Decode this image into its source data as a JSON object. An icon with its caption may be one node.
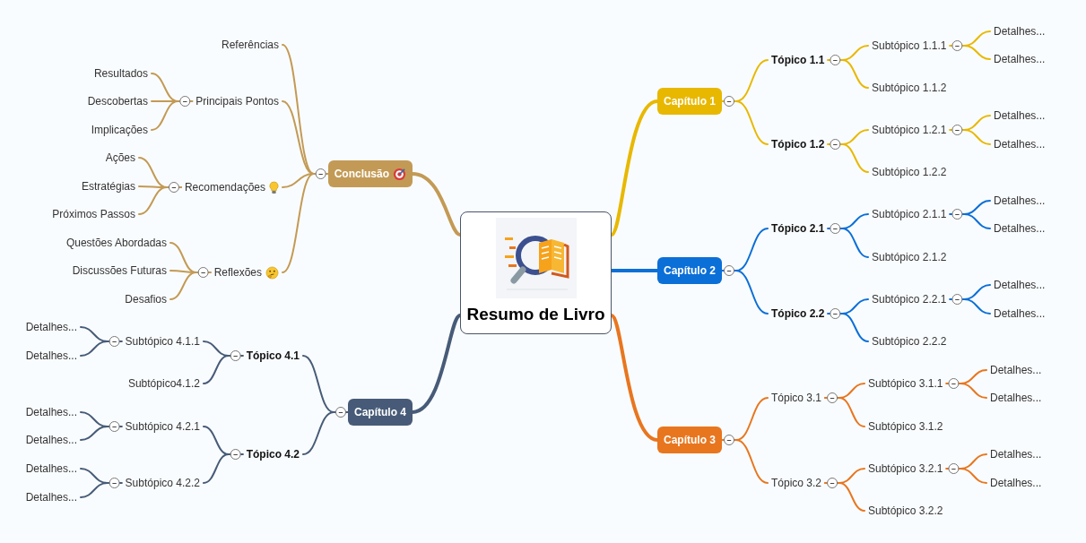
{
  "diagram": {
    "nodes": [
      {
        "text": [
          "Resumo de Livro"
        ]
      },
      {
        "text": [
          "Capítulo 1"
        ]
      },
      {
        "text": [
          "Tópico 1.1"
        ]
      },
      {
        "text": [
          "Subtópico 1.1.1"
        ]
      },
      {
        "text": [
          "Detalhes..."
        ]
      },
      {
        "text": [
          "Detalhes..."
        ]
      },
      {
        "text": [
          "Subtópico 1.1.2"
        ]
      },
      {
        "text": [
          "Tópico 1.2"
        ]
      },
      {
        "text": [
          "Subtópico 1.2.1"
        ]
      },
      {
        "text": [
          "Detalhes..."
        ]
      },
      {
        "text": [
          "Detalhes..."
        ]
      },
      {
        "text": [
          "Subtópico 1.2.2"
        ]
      },
      {
        "text": [
          "Capítulo 2"
        ]
      },
      {
        "text": [
          "Tópico 2.1"
        ]
      },
      {
        "text": [
          "Subtópico 2.1.1"
        ]
      },
      {
        "text": [
          "Detalhes..."
        ]
      },
      {
        "text": [
          "Detalhes..."
        ]
      },
      {
        "text": [
          "Subtópico 2.1.2"
        ]
      },
      {
        "text": [
          "Tópico 2.2"
        ]
      },
      {
        "text": [
          "Subtópico 2.2.1"
        ]
      },
      {
        "text": [
          "Detalhes..."
        ]
      },
      {
        "text": [
          "Detalhes..."
        ]
      },
      {
        "text": [
          "Subtópico 2.2.2"
        ]
      },
      {
        "text": [
          "Capítulo 3"
        ]
      },
      {
        "text": [
          "Tópico 3.1"
        ]
      },
      {
        "text": [
          "Subtópico 3.1.1"
        ]
      },
      {
        "text": [
          "Detalhes..."
        ]
      },
      {
        "text": [
          "Detalhes..."
        ]
      },
      {
        "text": [
          "Subtópico 3.1.2"
        ]
      },
      {
        "text": [
          "Tópico 3.2"
        ]
      },
      {
        "text": [
          "Subtópico 3.2.1"
        ]
      },
      {
        "text": [
          "Detalhes..."
        ]
      },
      {
        "text": [
          "Detalhes..."
        ]
      },
      {
        "text": [
          "Subtópico 3.2.2"
        ]
      },
      {
        "text": [
          "Capítulo 4"
        ]
      },
      {
        "text": [
          "Tópico 4.1"
        ]
      },
      {
        "text": [
          "Subtópico 4.1.1"
        ]
      },
      {
        "text": [
          "Detalhes..."
        ]
      },
      {
        "text": [
          "Detalhes..."
        ]
      },
      {
        "text": [
          "Subtópico4.1.2"
        ]
      },
      {
        "text": [
          "Tópico 4.2"
        ]
      },
      {
        "text": [
          "Subtópico 4.2.1"
        ]
      },
      {
        "text": [
          "Detalhes..."
        ]
      },
      {
        "text": [
          "Detalhes..."
        ]
      },
      {
        "text": [
          "Subtópico 4.2.2"
        ]
      },
      {
        "text": [
          "Detalhes..."
        ]
      },
      {
        "text": [
          "Detalhes..."
        ]
      },
      {
        "text": [
          "Conclusão"
        ]
      },
      {
        "text": [
          "Referências"
        ]
      },
      {
        "text": [
          "Principais Pontos"
        ]
      },
      {
        "text": [
          "Resultados"
        ]
      },
      {
        "text": [
          "Descobertas"
        ]
      },
      {
        "text": [
          "Implicações"
        ]
      },
      {
        "text": [
          "Recomendações"
        ]
      },
      {
        "text": [
          "Ações"
        ]
      },
      {
        "text": [
          "Estratégias"
        ]
      },
      {
        "text": [
          "Próximos Passos"
        ]
      },
      {
        "text": [
          "Reflexões"
        ]
      },
      {
        "text": [
          "Questões Abordadas"
        ]
      },
      {
        "text": [
          "Discussões Futuras"
        ]
      },
      {
        "text": [
          "Desafios"
        ]
      }
    ],
    "edges": [
      {
        "from": 0,
        "to": 1,
        "arrow": "none",
        "style": "thick",
        "color": "#e8b800"
      },
      {
        "from": 1,
        "to": 2,
        "arrow": "none",
        "color": "#e8b800"
      },
      {
        "from": 2,
        "to": 3,
        "arrow": "none",
        "color": "#e8b800"
      },
      {
        "from": 3,
        "to": 4,
        "arrow": "none",
        "color": "#e8b800"
      },
      {
        "from": 3,
        "to": 5,
        "arrow": "none",
        "color": "#e8b800"
      },
      {
        "from": 2,
        "to": 6,
        "arrow": "none",
        "color": "#e8b800"
      },
      {
        "from": 1,
        "to": 7,
        "arrow": "none",
        "color": "#e8b800"
      },
      {
        "from": 7,
        "to": 8,
        "arrow": "none",
        "color": "#e8b800"
      },
      {
        "from": 8,
        "to": 9,
        "arrow": "none",
        "color": "#e8b800"
      },
      {
        "from": 8,
        "to": 10,
        "arrow": "none",
        "color": "#e8b800"
      },
      {
        "from": 7,
        "to": 11,
        "arrow": "none",
        "color": "#e8b800"
      },
      {
        "from": 0,
        "to": 12,
        "arrow": "none",
        "style": "thick",
        "color": "#0b6fd8"
      },
      {
        "from": 12,
        "to": 13,
        "arrow": "none",
        "color": "#0b6fd8"
      },
      {
        "from": 13,
        "to": 14,
        "arrow": "none",
        "color": "#0b6fd8"
      },
      {
        "from": 14,
        "to": 15,
        "arrow": "none",
        "color": "#0b6fd8"
      },
      {
        "from": 14,
        "to": 16,
        "arrow": "none",
        "color": "#0b6fd8"
      },
      {
        "from": 13,
        "to": 17,
        "arrow": "none",
        "color": "#0b6fd8"
      },
      {
        "from": 12,
        "to": 18,
        "arrow": "none",
        "color": "#0b6fd8"
      },
      {
        "from": 18,
        "to": 19,
        "arrow": "none",
        "color": "#0b6fd8"
      },
      {
        "from": 19,
        "to": 20,
        "arrow": "none",
        "color": "#0b6fd8"
      },
      {
        "from": 19,
        "to": 21,
        "arrow": "none",
        "color": "#0b6fd8"
      },
      {
        "from": 18,
        "to": 22,
        "arrow": "none",
        "color": "#0b6fd8"
      },
      {
        "from": 0,
        "to": 23,
        "arrow": "none",
        "style": "thick",
        "color": "#e8761f"
      },
      {
        "from": 23,
        "to": 24,
        "arrow": "none",
        "color": "#e8761f"
      },
      {
        "from": 24,
        "to": 25,
        "arrow": "none",
        "color": "#e8761f"
      },
      {
        "from": 25,
        "to": 26,
        "arrow": "none",
        "color": "#e8761f"
      },
      {
        "from": 25,
        "to": 27,
        "arrow": "none",
        "color": "#e8761f"
      },
      {
        "from": 24,
        "to": 28,
        "arrow": "none",
        "color": "#e8761f"
      },
      {
        "from": 23,
        "to": 29,
        "arrow": "none",
        "color": "#e8761f"
      },
      {
        "from": 29,
        "to": 30,
        "arrow": "none",
        "color": "#e8761f"
      },
      {
        "from": 30,
        "to": 31,
        "arrow": "none",
        "color": "#e8761f"
      },
      {
        "from": 30,
        "to": 32,
        "arrow": "none",
        "color": "#e8761f"
      },
      {
        "from": 29,
        "to": 33,
        "arrow": "none",
        "color": "#e8761f"
      },
      {
        "from": 0,
        "to": 34,
        "arrow": "none",
        "style": "thick",
        "color": "#475b78"
      },
      {
        "from": 34,
        "to": 35,
        "arrow": "none",
        "color": "#475b78"
      },
      {
        "from": 35,
        "to": 36,
        "arrow": "none",
        "color": "#475b78"
      },
      {
        "from": 36,
        "to": 37,
        "arrow": "none",
        "color": "#475b78"
      },
      {
        "from": 36,
        "to": 38,
        "arrow": "none",
        "color": "#475b78"
      },
      {
        "from": 35,
        "to": 39,
        "arrow": "none",
        "color": "#475b78"
      },
      {
        "from": 34,
        "to": 40,
        "arrow": "none",
        "color": "#475b78"
      },
      {
        "from": 40,
        "to": 41,
        "arrow": "none",
        "color": "#475b78"
      },
      {
        "from": 41,
        "to": 42,
        "arrow": "none",
        "color": "#475b78"
      },
      {
        "from": 41,
        "to": 43,
        "arrow": "none",
        "color": "#475b78"
      },
      {
        "from": 40,
        "to": 44,
        "arrow": "none",
        "color": "#475b78"
      },
      {
        "from": 44,
        "to": 45,
        "arrow": "none",
        "color": "#475b78"
      },
      {
        "from": 44,
        "to": 46,
        "arrow": "none",
        "color": "#475b78"
      },
      {
        "from": 0,
        "to": 47,
        "arrow": "none",
        "style": "thick",
        "color": "#c39a55"
      },
      {
        "from": 47,
        "to": 48,
        "arrow": "none",
        "color": "#c39a55"
      },
      {
        "from": 47,
        "to": 49,
        "arrow": "none",
        "color": "#c39a55"
      },
      {
        "from": 49,
        "to": 50,
        "arrow": "none",
        "color": "#c39a55"
      },
      {
        "from": 49,
        "to": 51,
        "arrow": "none",
        "color": "#c39a55"
      },
      {
        "from": 49,
        "to": 52,
        "arrow": "none",
        "color": "#c39a55"
      },
      {
        "from": 47,
        "to": 53,
        "arrow": "none",
        "color": "#c39a55"
      },
      {
        "from": 53,
        "to": 54,
        "arrow": "none",
        "color": "#c39a55"
      },
      {
        "from": 53,
        "to": 55,
        "arrow": "none",
        "color": "#c39a55"
      },
      {
        "from": 53,
        "to": 56,
        "arrow": "none",
        "color": "#c39a55"
      },
      {
        "from": 47,
        "to": 57,
        "arrow": "none",
        "color": "#c39a55"
      },
      {
        "from": 57,
        "to": 58,
        "arrow": "none",
        "color": "#c39a55"
      },
      {
        "from": 57,
        "to": 59,
        "arrow": "none",
        "color": "#c39a55"
      },
      {
        "from": 57,
        "to": 60,
        "arrow": "none",
        "color": "#c39a55"
      }
    ]
  }
}
